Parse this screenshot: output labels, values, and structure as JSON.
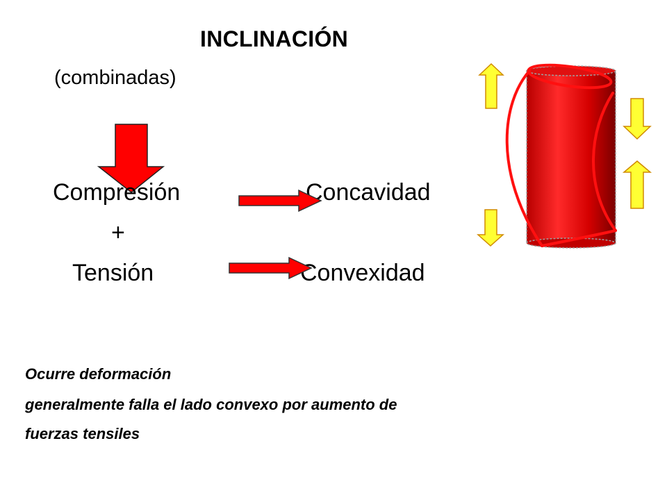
{
  "title": "INCLINACIÓN",
  "subtitle": "(combinadas)",
  "rows": {
    "compression": "Compresión",
    "plus": "+",
    "tension": "Tensión"
  },
  "results": {
    "concavity": "Concavidad",
    "convexity": "Convexidad"
  },
  "notes": [
    "Ocurre deformación",
    "generalmente falla el lado convexo por aumento de",
    "fuerzas tensiles"
  ],
  "colors": {
    "red_arrow": "#ff0000",
    "yellow_arrow": "#ffff33",
    "cylinder_light": "#ee1a1a",
    "cylinder_dark": "#8a0000"
  }
}
